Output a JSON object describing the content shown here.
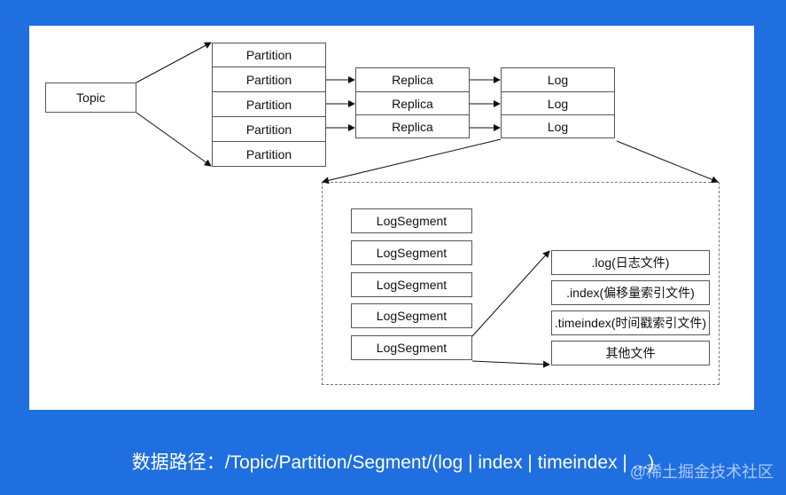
{
  "topic": {
    "label": "Topic"
  },
  "partitions": [
    "Partition",
    "Partition",
    "Partition",
    "Partition",
    "Partition"
  ],
  "replicas": [
    "Replica",
    "Replica",
    "Replica"
  ],
  "logs": [
    "Log",
    "Log",
    "Log"
  ],
  "segments": [
    "LogSegment",
    "LogSegment",
    "LogSegment",
    "LogSegment",
    "LogSegment"
  ],
  "files": [
    ".log(日志文件)",
    ".index(偏移量索引文件)",
    ".timeindex(时间戳索引文件)",
    "其他文件"
  ],
  "caption": "数据路径：/Topic/Partition/Segment/(log | index | timeindex | ...)",
  "watermark": "@稀土掘金技术社区"
}
